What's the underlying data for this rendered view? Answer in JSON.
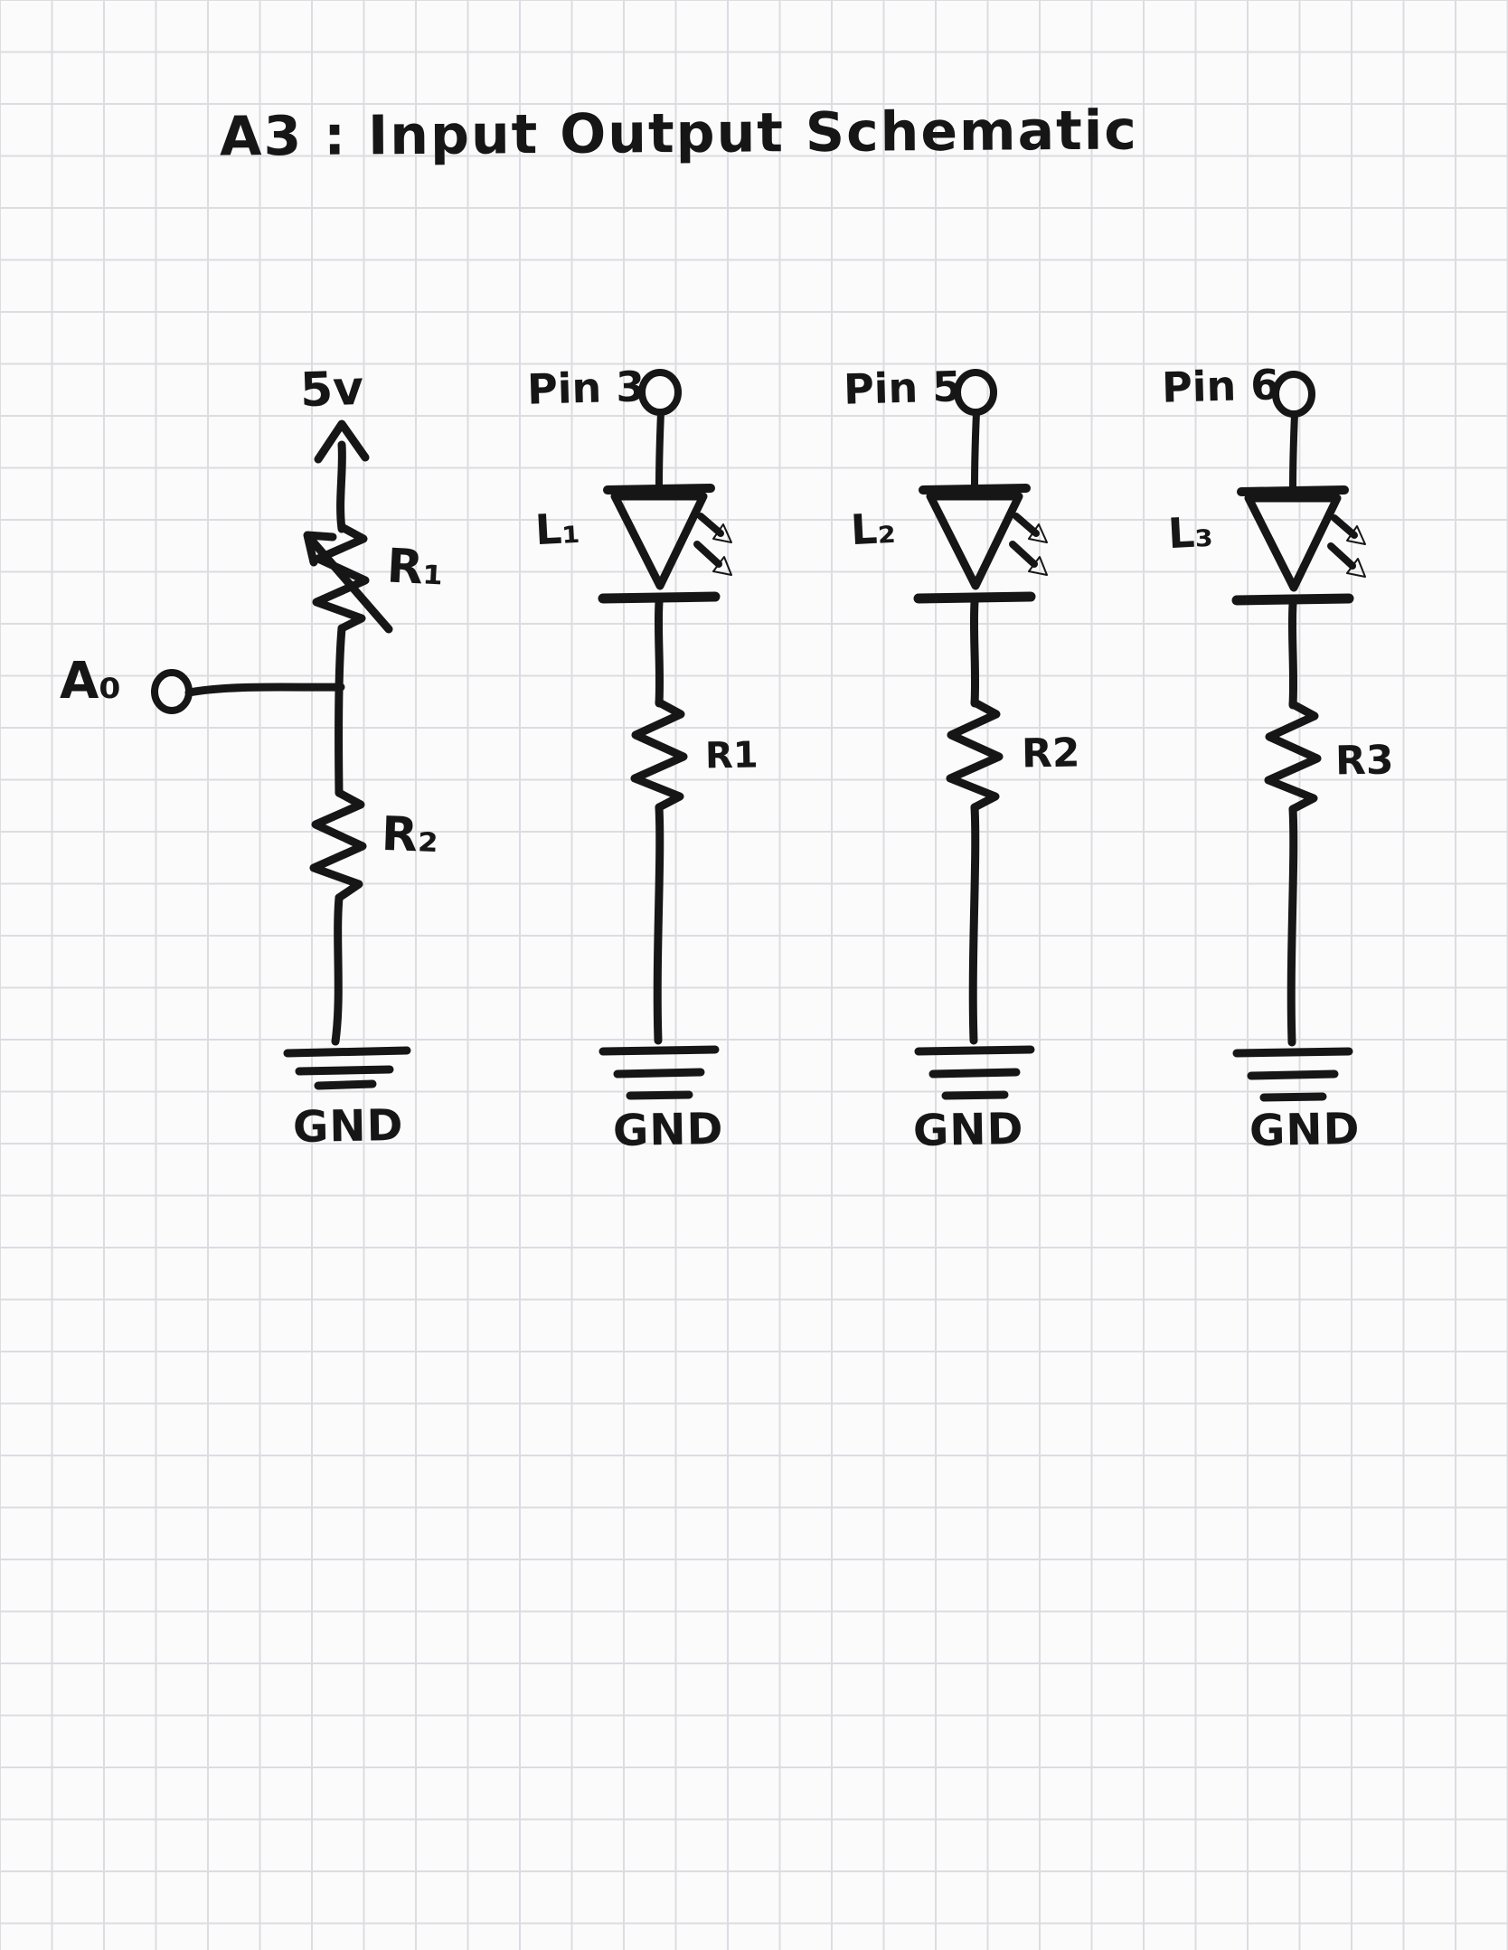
{
  "page": {
    "title": "A3 : Input Output Schematic"
  },
  "colors": {
    "ink": "#161616",
    "paper": "#fbfbfc",
    "grid": "#dcdce1"
  },
  "pot_branch": {
    "supply_label": "5v",
    "pot_label": "R₁",
    "input_label": "A₀",
    "resistor_label": "R₂",
    "ground_label": "GND"
  },
  "leds": [
    {
      "pin": "Pin 3",
      "led": "L₁",
      "resistor": "R1",
      "gnd": "GND"
    },
    {
      "pin": "Pin 5",
      "led": "L₂",
      "resistor": "R2",
      "gnd": "GND"
    },
    {
      "pin": "Pin 6",
      "led": "L₃",
      "resistor": "R3",
      "gnd": "GND"
    }
  ]
}
